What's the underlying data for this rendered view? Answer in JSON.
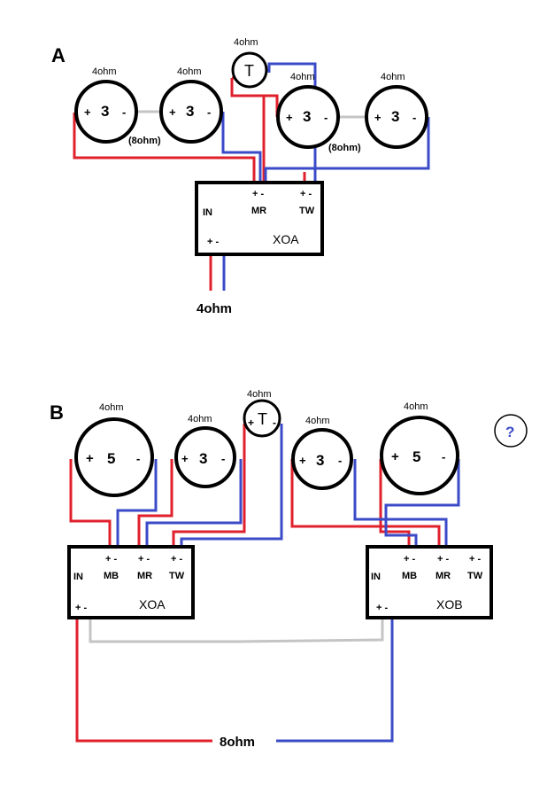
{
  "colors": {
    "red": "#e0202c",
    "blue": "#3b4bc8",
    "gray": "#c4c4c4",
    "black": "#000000",
    "question": "#3b4bc8"
  },
  "diagramA": {
    "label": "A",
    "tweeter": {
      "symbol": "T",
      "rating": "4ohm"
    },
    "drivers": [
      {
        "rating": "4ohm",
        "plus": "+",
        "value": "3",
        "minus": "-"
      },
      {
        "rating": "4ohm",
        "plus": "+",
        "value": "3",
        "minus": "-"
      },
      {
        "rating": "4ohm",
        "plus": "+",
        "value": "3",
        "minus": "-"
      },
      {
        "rating": "4ohm",
        "plus": "+",
        "value": "3",
        "minus": "-"
      }
    ],
    "pair_left_label": "(8ohm)",
    "pair_right_label": "(8ohm)",
    "crossover": {
      "name": "XOA",
      "in_label": "IN",
      "in_polarity": "+ -",
      "mr_label": "MR",
      "mr_polarity": "+ -",
      "tw_label": "TW",
      "tw_polarity": "+ -"
    },
    "output_label": "4ohm"
  },
  "diagramB": {
    "label": "B",
    "tweeter": {
      "symbol": "T",
      "rating": "4ohm",
      "plus": "+",
      "minus": "-"
    },
    "drivers": [
      {
        "rating": "4ohm",
        "plus": "+",
        "value": "5",
        "minus": "-"
      },
      {
        "rating": "4ohm",
        "plus": "+",
        "value": "3",
        "minus": "-"
      },
      {
        "rating": "4ohm",
        "plus": "+",
        "value": "3",
        "minus": "-"
      },
      {
        "rating": "4ohm",
        "plus": "+",
        "value": "5",
        "minus": "-"
      }
    ],
    "question": "?",
    "crossover_a": {
      "name": "XOA",
      "in_label": "IN",
      "in_polarity": "+ -",
      "mb_label": "MB",
      "mb_polarity": "+ -",
      "mr_label": "MR",
      "mr_polarity": "+ -",
      "tw_label": "TW",
      "tw_polarity": "+ -"
    },
    "crossover_b": {
      "name": "XOB",
      "in_label": "IN",
      "in_polarity": "+ -",
      "mb_label": "MB",
      "mb_polarity": "+ -",
      "mr_label": "MR",
      "mr_polarity": "+ -",
      "tw_label": "TW",
      "tw_polarity": "+ -"
    },
    "output_label": "8ohm"
  }
}
